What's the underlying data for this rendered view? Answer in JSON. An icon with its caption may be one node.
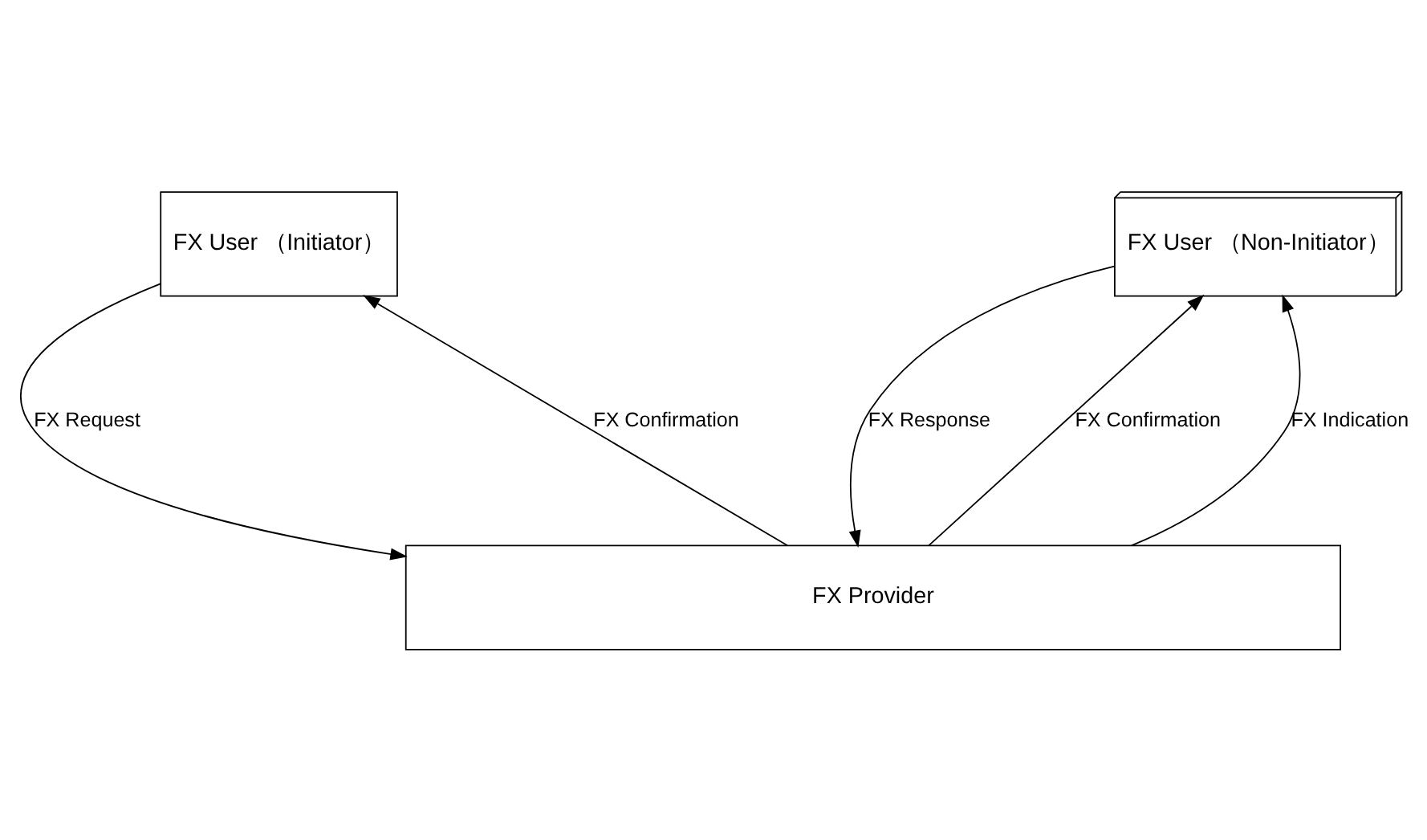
{
  "diagram": {
    "nodes": [
      {
        "text": [
          "FX User （Initiator）"
        ]
      },
      {
        "text": [
          "FX User （Non-Initiator）"
        ]
      },
      {
        "text": [
          "FX Provider"
        ]
      }
    ],
    "edges": [
      {
        "from": 0,
        "to": 2,
        "arrow": "to",
        "label": "FX Request"
      },
      {
        "from": 2,
        "to": 0,
        "arrow": "to",
        "label": "FX Confirmation"
      },
      {
        "from": 2,
        "to": 1,
        "arrow": "to",
        "label": "FX Confirmation"
      },
      {
        "from": 1,
        "to": 2,
        "arrow": "to",
        "label": "FX Response"
      },
      {
        "from": 2,
        "to": 1,
        "arrow": "to",
        "label": "FX Indication"
      }
    ]
  }
}
